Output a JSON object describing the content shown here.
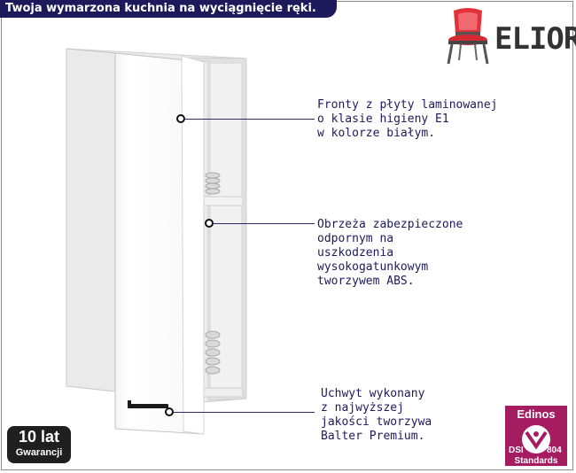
{
  "header": {
    "tagline": "Twoja wymarzona kuchnia na wyciągnięcie ręki.",
    "brand_name": "ELIOR",
    "brand_icon": "chair-icon"
  },
  "callouts": [
    {
      "lines": [
        "Fronty z płyty laminowanej",
        "o klasie higieny E1",
        "w kolorze białym."
      ]
    },
    {
      "lines": [
        "Obrzeża zabezpieczone",
        "odpornym na",
        "uszkodzenia",
        "wysokogatunkowym",
        "tworzywem ABS."
      ]
    },
    {
      "lines": [
        "Uchwyt wykonany",
        "z najwyższej",
        "jakości tworzywa",
        "Balter Premium."
      ]
    }
  ],
  "badges": {
    "warranty_value": "10 lat",
    "warranty_label": "Gwarancji",
    "certification_top": "Edinos",
    "certification_left": "DSI",
    "certification_right": "804",
    "certification_bottom": "Standards"
  },
  "colors": {
    "navy": "#1d1a5c",
    "brand_red": "#e3323b",
    "certification_magenta": "#a51c61"
  }
}
